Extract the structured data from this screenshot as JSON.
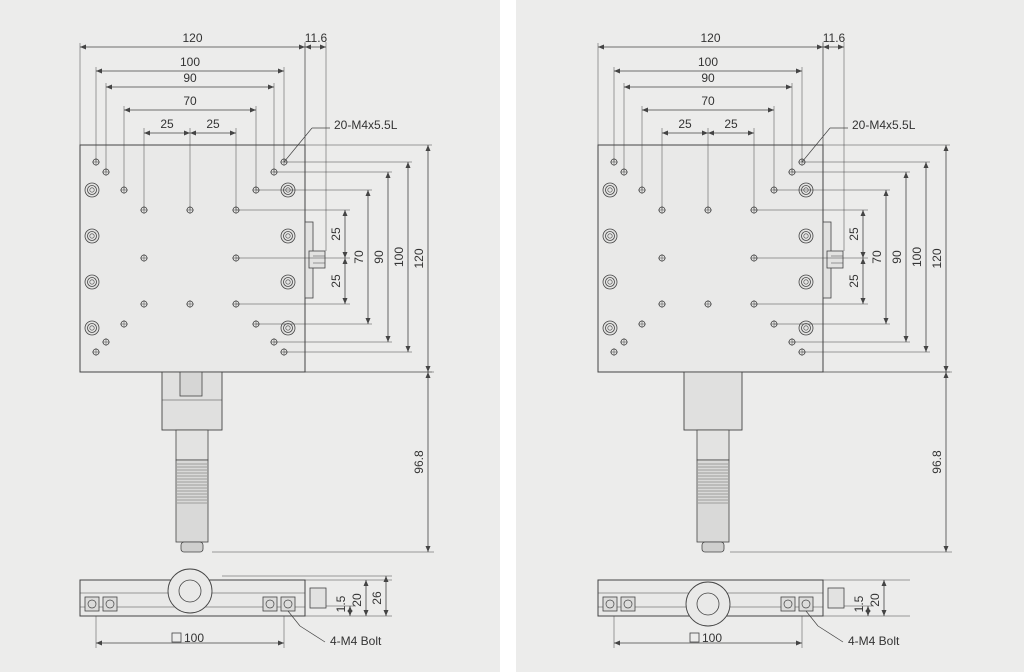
{
  "drawings": [
    {
      "id": "left",
      "top_dims": [
        "120",
        "100",
        "90",
        "70",
        "25",
        "25"
      ],
      "offset_dim": "11.6",
      "hole_callout": "20-M4x5.5L",
      "side_dims": [
        "25",
        "70",
        "25",
        "90",
        "100",
        "120"
      ],
      "height_dim": "96.8",
      "bottom_dims": [
        "1.5",
        "20",
        "26"
      ],
      "square_dim": "100",
      "bolt_callout": "4-M4 Bolt"
    },
    {
      "id": "right",
      "top_dims": [
        "120",
        "100",
        "90",
        "70",
        "25",
        "25"
      ],
      "offset_dim": "11.6",
      "hole_callout": "20-M4x5.5L",
      "side_dims": [
        "25",
        "70",
        "25",
        "90",
        "100",
        "120"
      ],
      "height_dim": "96.8",
      "bottom_dims": [
        "1.5",
        "20"
      ],
      "square_dim": "100",
      "bolt_callout": "4-M4 Bolt"
    }
  ],
  "colors": {
    "line": "#444444",
    "panel": "#ececeb",
    "stage": "#e9e9e8"
  }
}
